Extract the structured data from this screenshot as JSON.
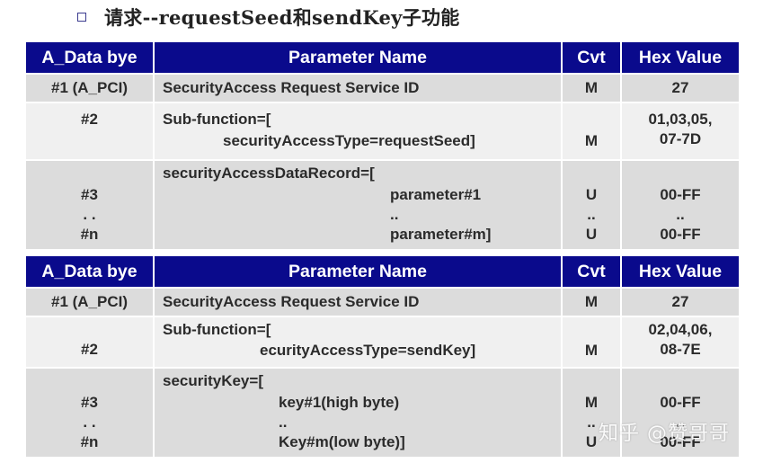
{
  "heading": {
    "bullet_icon": "square-bullet-icon",
    "text": "请求--requestSeed和sendKey子功能"
  },
  "tables": [
    {
      "headers": [
        "A_Data bye",
        "Parameter Name",
        "Cvt",
        "Hex Value"
      ],
      "row1": {
        "byte": "#1 (A_PCI)",
        "name": "SecurityAccess Request Service ID",
        "cvt": "M",
        "hex": "27"
      },
      "row2": {
        "byte": "#2",
        "name_l1": "Sub-function=[",
        "name_l2": "securityAccessType=requestSeed]",
        "cvt": "M",
        "hex_l1": "01,03,05,",
        "hex_l2": "07-7D"
      },
      "row3": {
        "byte_l1": "#3",
        "byte_l2": ". .",
        "byte_l3": "#n",
        "name_l0": "securityAccessDataRecord=[",
        "name_l1": "parameter#1",
        "name_l2": "..",
        "name_l3": "parameter#m]",
        "cvt_l1": "U",
        "cvt_l2": "..",
        "cvt_l3": "U",
        "hex_l1": "00-FF",
        "hex_l2": "..",
        "hex_l3": "00-FF"
      }
    },
    {
      "headers": [
        "A_Data bye",
        "Parameter Name",
        "Cvt",
        "Hex Value"
      ],
      "row1": {
        "byte": "#1 (A_PCI)",
        "name": "SecurityAccess Request Service ID",
        "cvt": "M",
        "hex": "27"
      },
      "row2": {
        "byte": "#2",
        "name_l1": "Sub-function=[",
        "name_l2": "ecurityAccessType=sendKey]",
        "cvt": "M",
        "hex_l1": "02,04,06,",
        "hex_l2": "08-7E"
      },
      "row3": {
        "byte_l1": "#3",
        "byte_l2": ". .",
        "byte_l3": "#n",
        "name_l0": "securityKey=[",
        "name_l1": "key#1(high byte)",
        "name_l2": "..",
        "name_l3": "Key#m(low byte)]",
        "cvt_l1": "M",
        "cvt_l2": "..",
        "cvt_l3": "U",
        "hex_l1": "00-FF",
        "hex_l2": "..",
        "hex_l3": "00-FF"
      }
    }
  ],
  "watermark": "知乎 @赞哥哥"
}
